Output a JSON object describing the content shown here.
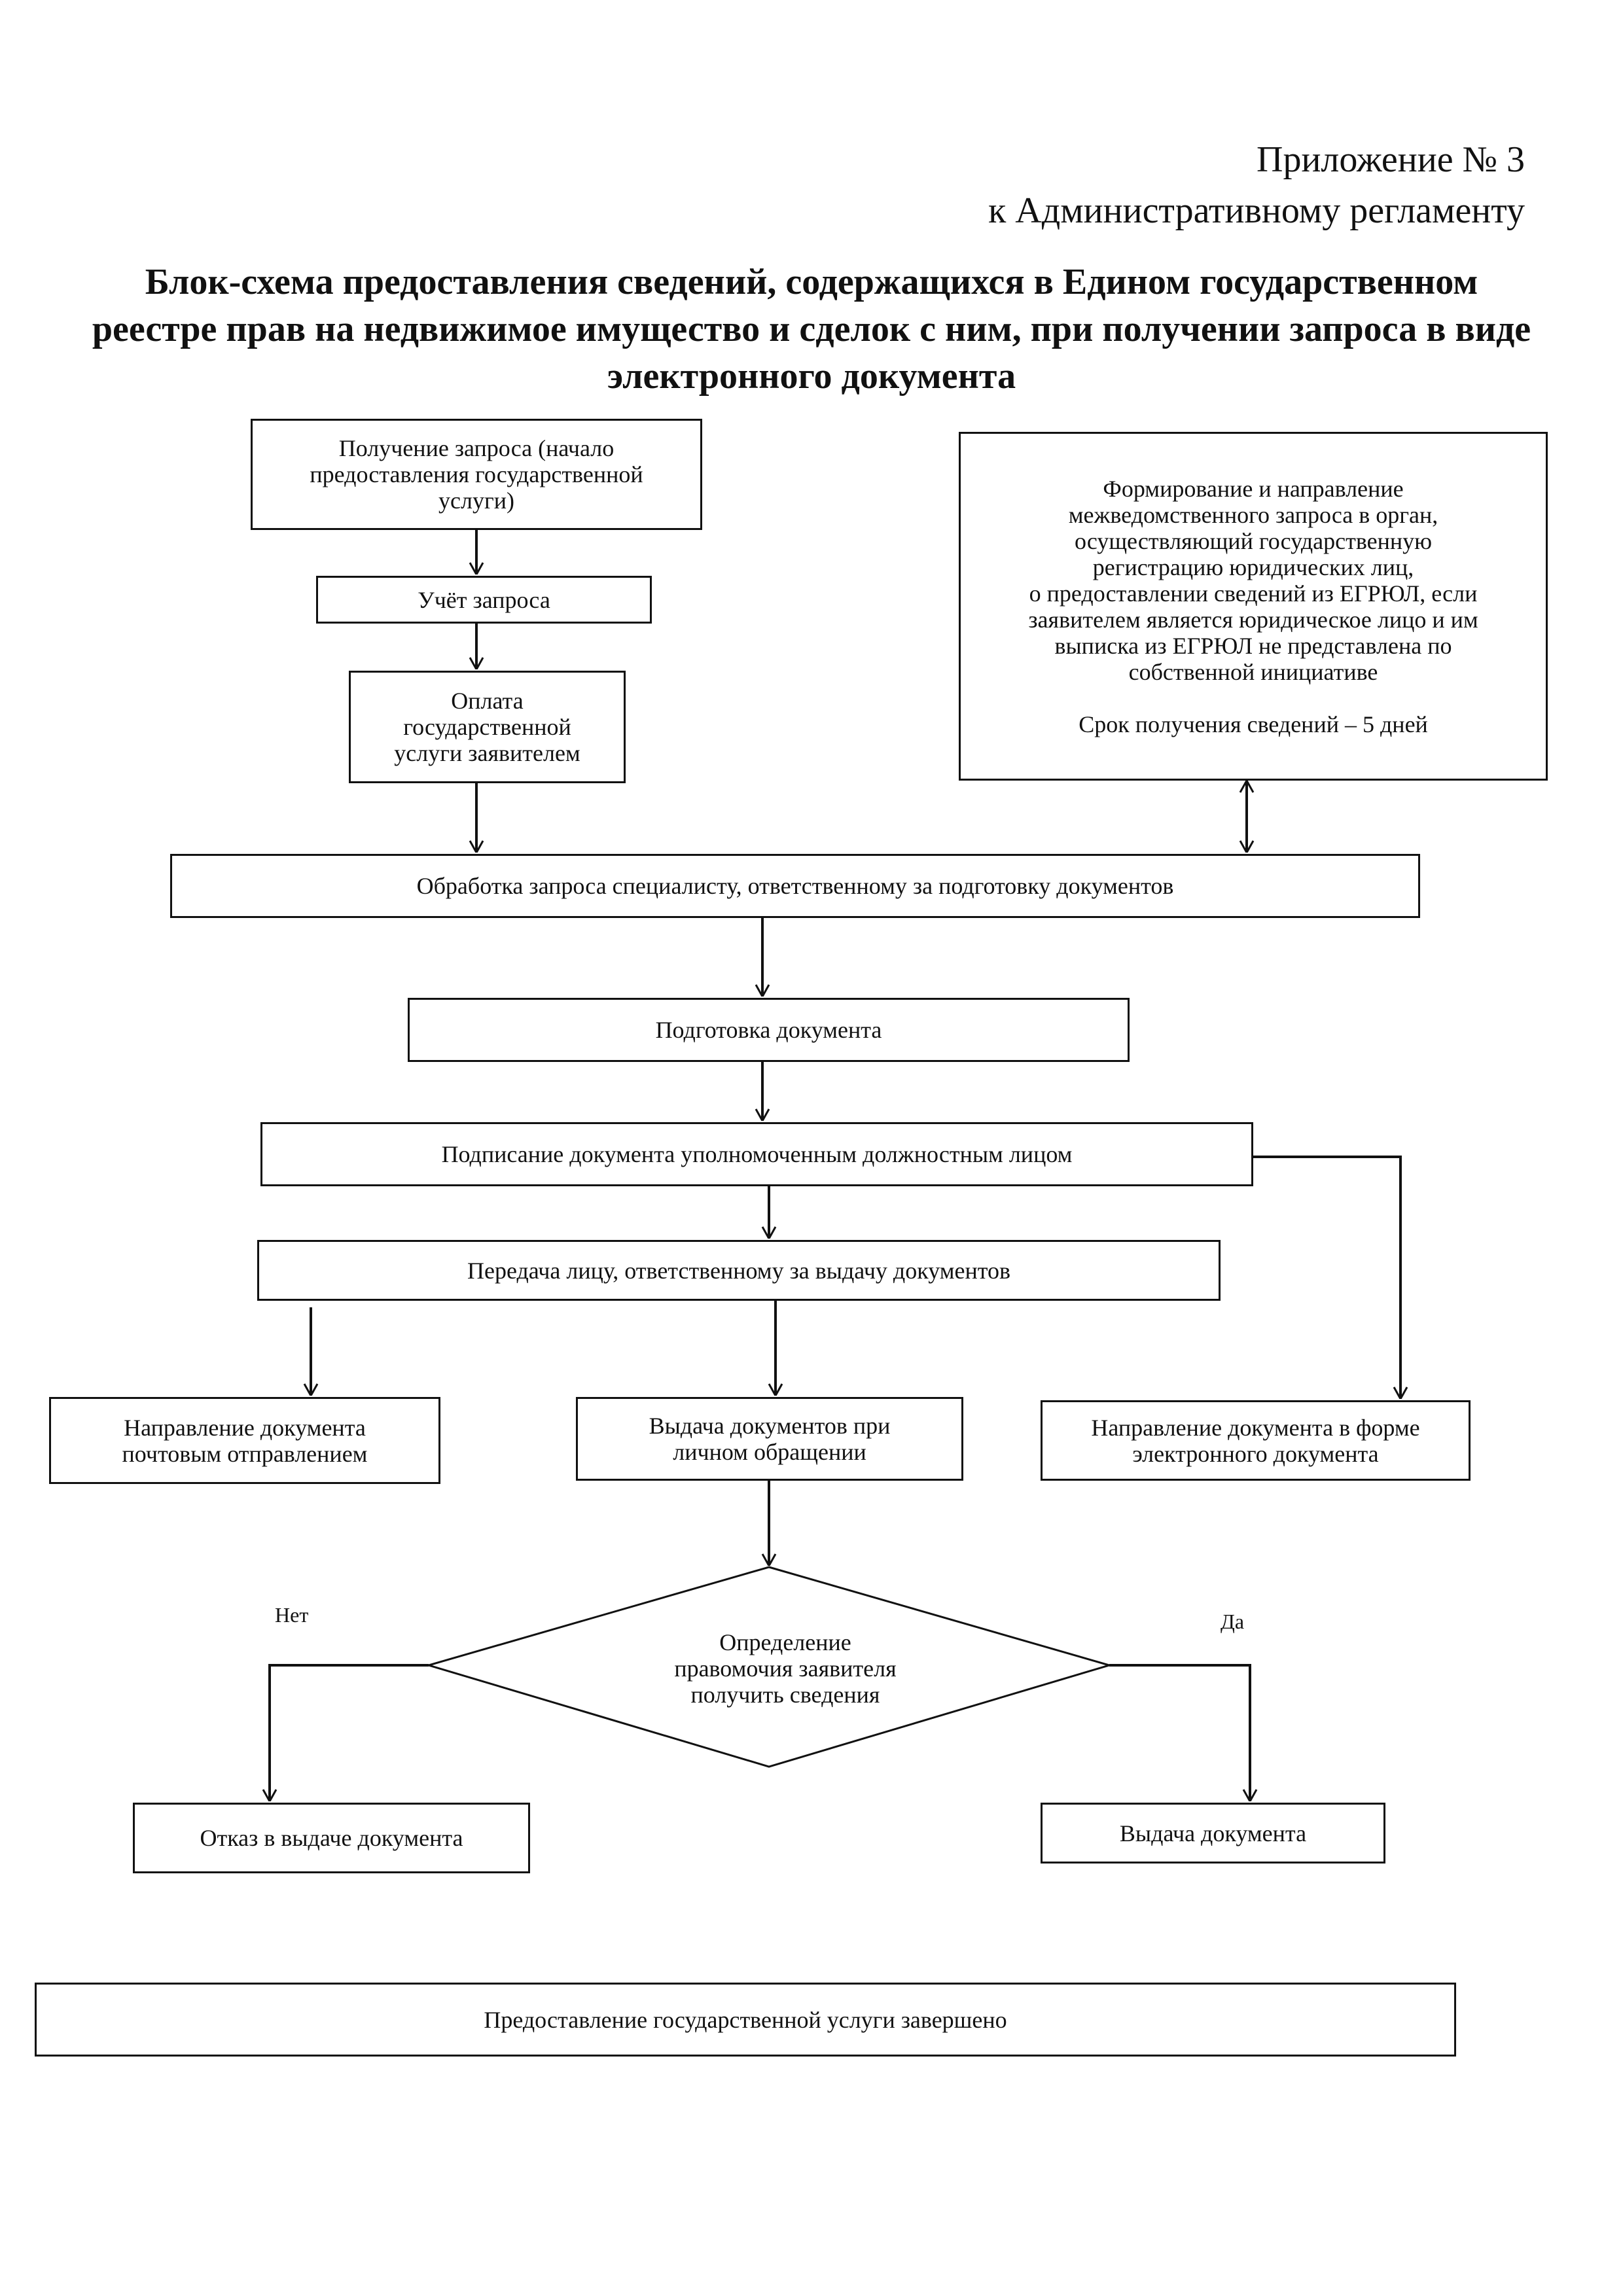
{
  "header": {
    "appendix": "Приложение № 3",
    "regulation": "к Административному регламенту"
  },
  "title": "Блок-схема предоставления сведений, содержащихся в Едином государственном реестре прав на недвижимое имущество и сделок с ним, при получении запроса в виде электронного документа",
  "nodes": {
    "receive_request": "Получение запроса (начало\nпредоставления государственной\nуслуги)",
    "register_request": "Учёт запроса",
    "payment": "Оплата\nгосударственной\nуслуги заявителем",
    "interagency_request": "Формирование и направление\nмежведомственного запроса в орган,\nосуществляющий государственную\nрегистрацию юридических лиц,\nо предоставлении сведений из ЕГРЮЛ, если\nзаявителем является юридическое лицо и им\nвыписка из ЕГРЮЛ не представлена по\nсобственной инициативе\n\nСрок получения сведений – 5 дней",
    "processing": "Обработка запроса специалисту, ответственному за подготовку документов",
    "preparation": "Подготовка документа",
    "signing": "Подписание документа уполномоченным должностным лицом",
    "handover": "Передача лицу, ответственному за выдачу документов",
    "postal": "Направление документа\nпочтовым отправлением",
    "in_person": "Выдача документов при\nличном обращении",
    "electronic": "Направление документа в форме\nэлектронного документа",
    "decision": "Определение\nправомочия заявителя\nполучить сведения",
    "refusal": "Отказ в выдаче документа",
    "issue": "Выдача документа",
    "completed": "Предоставление государственной услуги завершено"
  },
  "branches": {
    "no": "Нет",
    "yes": "Да"
  },
  "colors": {
    "line": "#111111",
    "background": "#ffffff"
  }
}
